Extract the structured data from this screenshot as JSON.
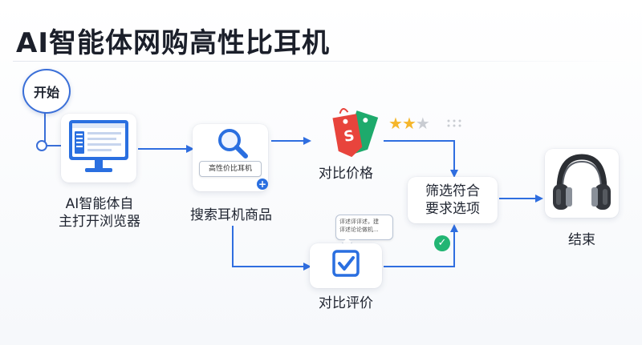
{
  "title": "AI智能体网购高性比耳机",
  "start": {
    "label": "开始"
  },
  "steps": {
    "open_browser": {
      "line1": "AI智能体自",
      "line2": "主打开浏览器"
    },
    "search": {
      "label": "搜索耳机商品",
      "search_text": "高性价比耳机",
      "badge": "+"
    },
    "compare_price": {
      "label": "对比价格",
      "tag_glyph": "S"
    },
    "compare_reviews": {
      "label": "对比评价",
      "bubble_line1": "评述评评述，建",
      "bubble_line2": "评述论论做机..."
    },
    "filter": {
      "line1": "筛选符合",
      "line2": "要求选项",
      "check": "✓"
    },
    "end": {
      "label": "结束"
    }
  },
  "rating": {
    "filled": 2,
    "total": 3
  },
  "colors": {
    "accent": "#2a6fe0",
    "arrow": "#2f6ee0",
    "tag_red": "#e8443c",
    "tag_green": "#1eaa6c",
    "check_green": "#22b573",
    "star": "#f5b62b"
  },
  "icons": [
    "monitor-icon",
    "search-icon",
    "price-tag-icon",
    "star-icon",
    "checkbox-icon",
    "headphones-icon"
  ]
}
